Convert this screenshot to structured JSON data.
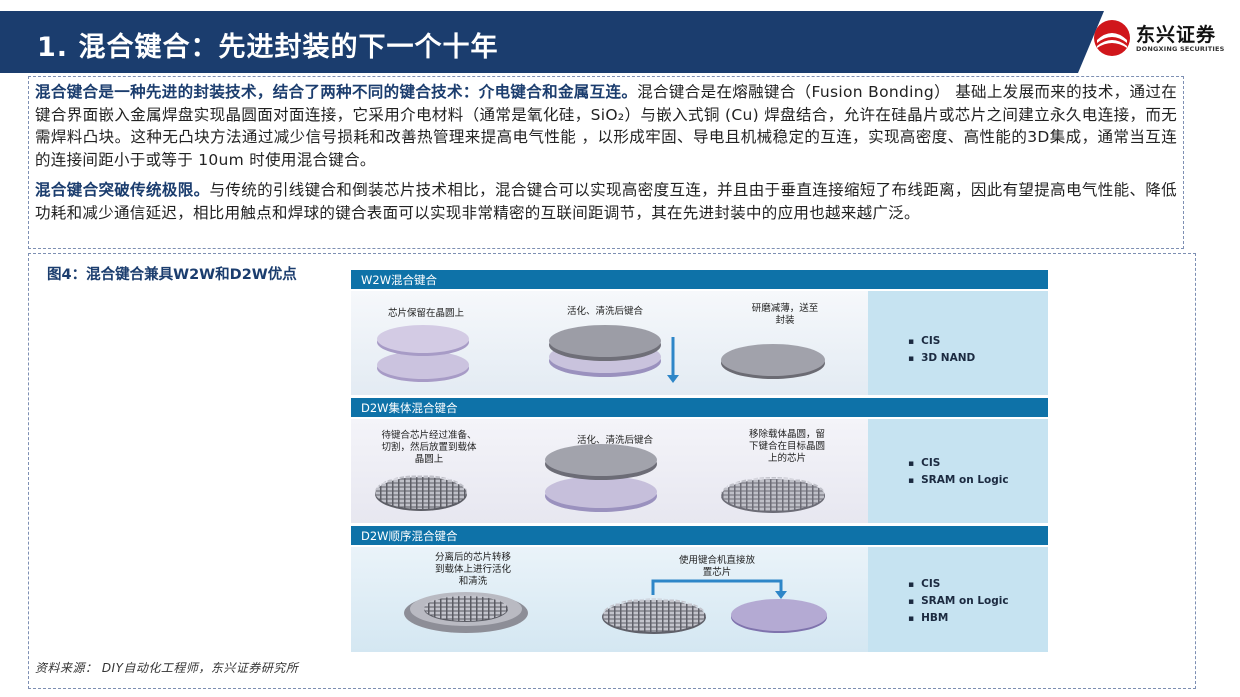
{
  "header": {
    "title": "1. 混合键合：先进封装的下一个十年",
    "logo_cn": "东兴证券",
    "logo_en": "DONGXING SECURITIES",
    "brand_color": "#1b3d6e",
    "logo_color": "#d0161b"
  },
  "intro": {
    "p1_lead": "混合键合是一种先进的封装技术，结合了两种不同的键合技术：介电键合和金属互连。",
    "p1_body": "混合键合是在熔融键合（Fusion Bonding） 基础上发展而来的技术，通过在键合界面嵌入金属焊盘实现晶圆面对面连接，它采用介电材料（通常是氧化硅，SiO₂）与嵌入式铜 (Cu) 焊盘结合，允许在硅晶片或芯片之间建立永久电连接，而无需焊料凸块。这种无凸块方法通过减少信号损耗和改善热管理来提高电气性能 ，以形成牢固、导电且机械稳定的互连，实现高密度、高性能的3D集成，通常当互连的连接间距小于或等于 10um 时使用混合键合。",
    "p2_lead": "混合键合突破传统极限。",
    "p2_body": "与传统的引线键合和倒装芯片技术相比，混合键合可以实现高密度互连，并且由于垂直连接缩短了布线距离，因此有望提高电气性能、降低功耗和减少通信延迟，相比用触点和焊球的键合表面可以实现非常精密的互联间距调节，其在先进封装中的应用也越来越广泛。"
  },
  "figure": {
    "caption": "图4：混合键合兼具W2W和D2W优点",
    "source": "资料来源： DIY自动化工程师，东兴证券研究所",
    "sections": [
      {
        "title": "W2W混合键合",
        "steps": [
          "芯片保留在晶圆上",
          "活化、清洗后键合",
          "研磨减薄，送至封装"
        ],
        "apps": [
          "CIS",
          "3D NAND"
        ]
      },
      {
        "title": "D2W集体混合键合",
        "steps": [
          "待键合芯片经过准备、切割，然后放置到载体晶圆上",
          "活化、清洗后键合",
          "移除载体晶圆，留下键合在目标晶圆上的芯片"
        ],
        "apps": [
          "CIS",
          "SRAM on Logic"
        ]
      },
      {
        "title": "D2W顺序混合键合",
        "steps": [
          "分离后的芯片转移到载体上进行活化和清洗",
          "使用键合机直接放置芯片"
        ],
        "apps": [
          "CIS",
          "SRAM on Logic",
          "HBM"
        ]
      }
    ],
    "colors": {
      "header": "#0e72a8",
      "apps_bg": "#c6e3f1",
      "row1_bg": "#eef3f8",
      "row2_bg": "#f1f1f7",
      "row3_bg": "#dfeef6",
      "arrow": "#2e86c8"
    }
  }
}
